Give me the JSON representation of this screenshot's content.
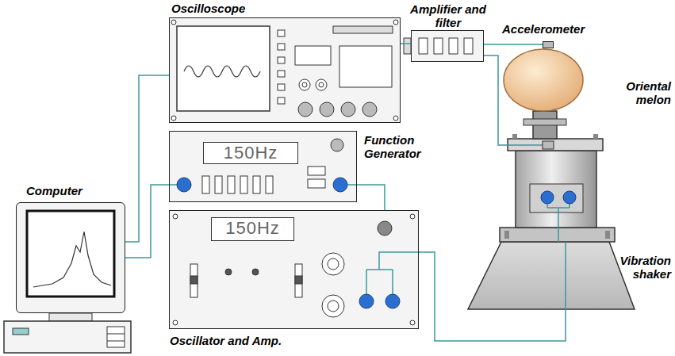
{
  "diagram": {
    "nodes": [
      {
        "text": [
          "Oscilloscope"
        ]
      },
      {
        "text": [
          "Amplifier and filter"
        ]
      },
      {
        "text": [
          "Accelerometer"
        ]
      },
      {
        "text": [
          "Oriental melon"
        ]
      },
      {
        "text": [
          "150Hz",
          "Function Generator"
        ]
      },
      {
        "text": [
          "Computer"
        ]
      },
      {
        "text": [
          "150Hz",
          "Oscillator and Amp."
        ]
      },
      {
        "text": [
          "Vibration shaker"
        ]
      }
    ],
    "edges": [
      {
        "from": 5,
        "to": 0,
        "arrow": "none"
      },
      {
        "from": 5,
        "to": 4,
        "arrow": "none"
      },
      {
        "from": 4,
        "to": 6,
        "arrow": "none"
      },
      {
        "from": 0,
        "to": 1,
        "arrow": "none"
      },
      {
        "from": 1,
        "to": 2,
        "arrow": "none"
      },
      {
        "from": 1,
        "to": 7,
        "arrow": "none"
      },
      {
        "from": 6,
        "to": 7,
        "arrow": "none"
      }
    ]
  }
}
